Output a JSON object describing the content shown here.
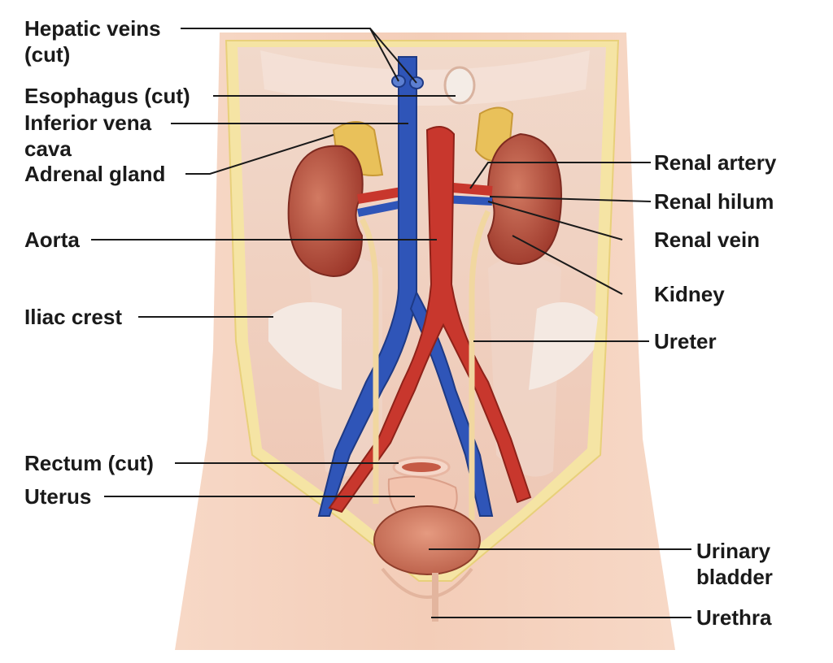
{
  "labels": {
    "hepatic_veins_1": "Hepatic veins",
    "hepatic_veins_2": "(cut)",
    "esophagus": "Esophagus (cut)",
    "ivc_1": "Inferior vena",
    "ivc_2": "cava",
    "adrenal": "Adrenal gland",
    "aorta": "Aorta",
    "iliac_crest": "Iliac crest",
    "rectum": "Rectum (cut)",
    "uterus": "Uterus",
    "renal_artery": "Renal artery",
    "renal_hilum": "Renal hilum",
    "renal_vein": "Renal vein",
    "kidney": "Kidney",
    "ureter": "Ureter",
    "bladder_1": "Urinary",
    "bladder_2": "bladder",
    "urethra": "Urethra"
  },
  "colors": {
    "skin": "#f4d2bf",
    "body_cavity": "#efcdbf",
    "fat_border": "#f5e6a8",
    "artery": "#c8372d",
    "vein": "#2f55b8",
    "kidney": "#b24a3c",
    "adrenal": "#e9c15a",
    "ureter": "#f1d7a0",
    "bladder": "#d8826a",
    "leader_line": "#1a1a1a"
  }
}
